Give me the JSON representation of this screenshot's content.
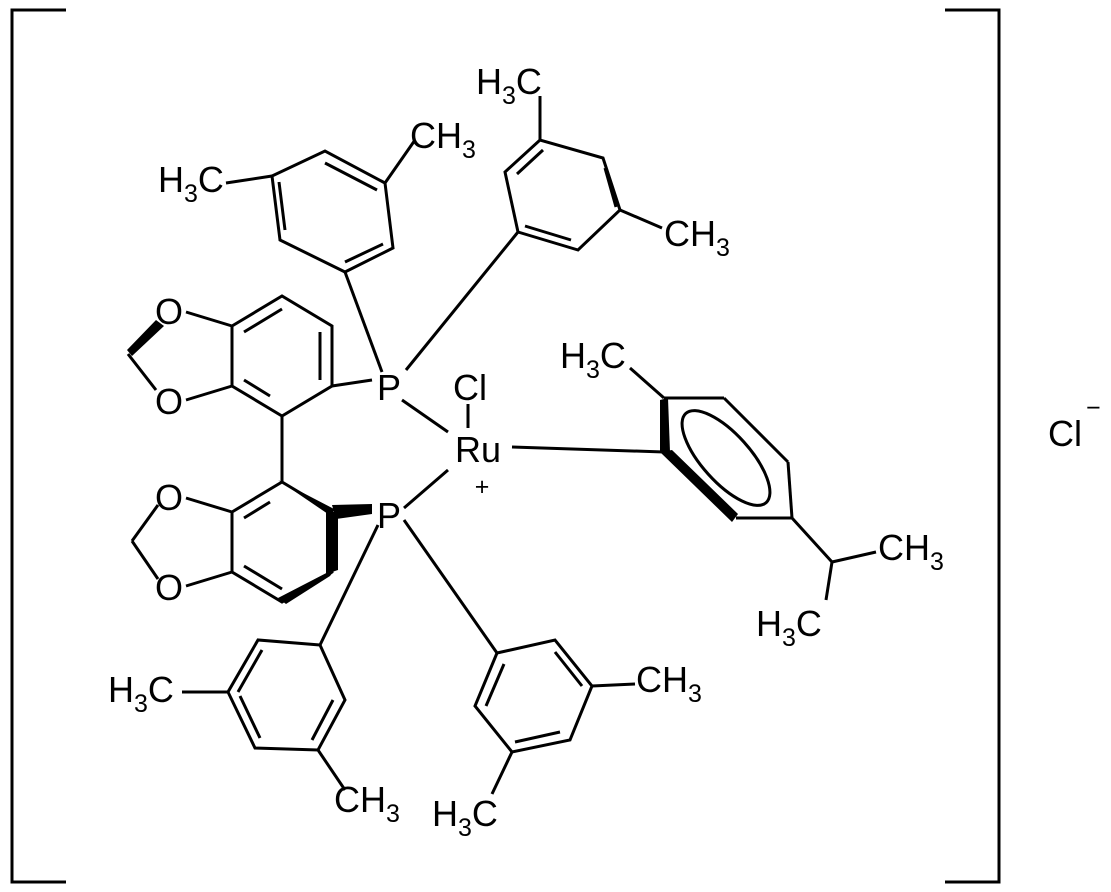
{
  "structure": {
    "phosphorus": "P",
    "metal": "Ru",
    "metal_ligand": "Cl",
    "metal_charge": "+",
    "oxygen": "O",
    "counterion": "Cl",
    "counterion_charge": "−",
    "methyl_right": {
      "main": "CH",
      "sub": "3"
    },
    "methyl_left": {
      "main_h": "H",
      "sub": "3",
      "main_c": "C"
    }
  }
}
